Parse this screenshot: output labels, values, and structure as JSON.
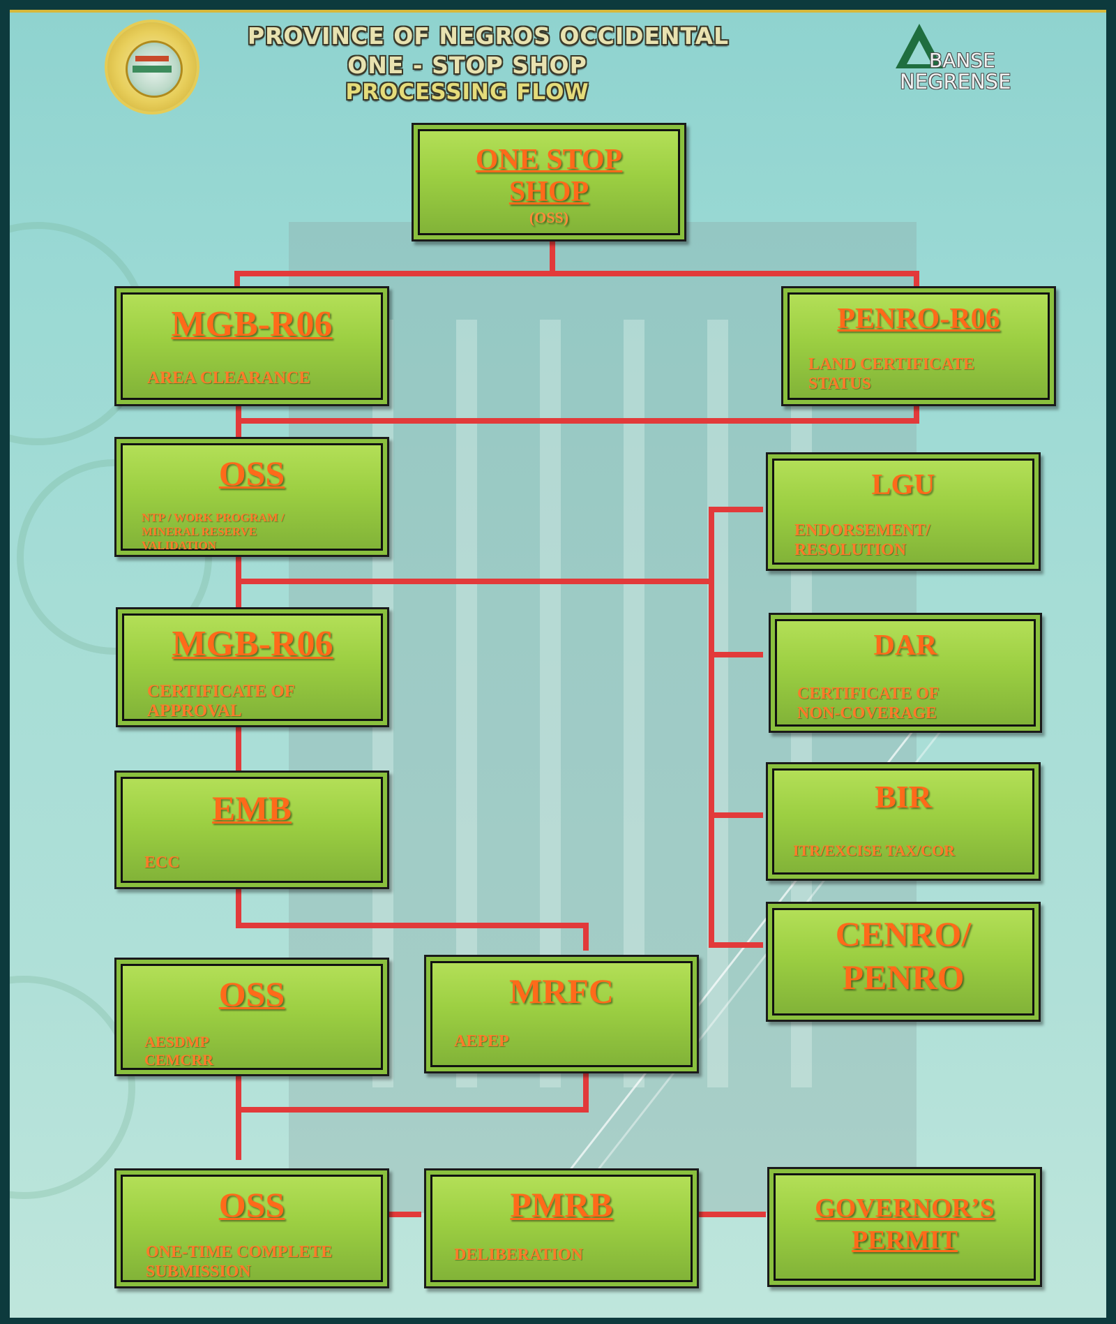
{
  "header": {
    "line1": "PROVINCE OF NEGROS OCCIDENTAL",
    "line2": "ONE - STOP SHOP",
    "line3": "PROCESSING FLOW",
    "logo_word1": "BANSE",
    "logo_word2": "NEGRENSE"
  },
  "colors": {
    "box_fill": "#9ccf42",
    "heading": "#ff6a1a",
    "connector": "#e23a3a",
    "background": "#9ad9d4"
  },
  "nodes": {
    "oss_top": {
      "title_a": "ONE STOP",
      "title_b": "SHOP",
      "note": "(OSS)"
    },
    "mgb_clearance": {
      "title": "MGB-R06",
      "desc": "AREA CLEARANCE"
    },
    "penro": {
      "title": "PENRO-R06",
      "desc_a": "LAND CERTIFICATE",
      "desc_b": "STATUS"
    },
    "oss_ntp": {
      "title": "OSS",
      "desc_a": "NTP / WORK PROGRAM /",
      "desc_b": "MINERAL RESERVE",
      "desc_c": "VALIDATION"
    },
    "lgu": {
      "title": "LGU",
      "desc_a": "ENDORSEMENT/",
      "desc_b": "RESOLUTION"
    },
    "mgb_approval": {
      "title": "MGB-R06",
      "desc_a": "CERTIFICATE OF",
      "desc_b": "APPROVAL"
    },
    "dar": {
      "title": "DAR",
      "desc_a": "CERTIFICATE OF",
      "desc_b": "NON-COVERAGE"
    },
    "emb": {
      "title": "EMB",
      "desc": "ECC"
    },
    "bir": {
      "title": "BIR",
      "desc": "ITR/EXCISE TAX/COR"
    },
    "cenro": {
      "title_a": "CENRO/",
      "title_b": "PENRO"
    },
    "oss_aesdmp": {
      "title": "OSS",
      "desc_a": "AESDMP",
      "desc_b": "CEMCRR"
    },
    "mrfc": {
      "title": "MRFC",
      "desc": "AEPEP"
    },
    "oss_final": {
      "title": "OSS",
      "desc_a": "ONE-TIME COMPLETE",
      "desc_b": "SUBMISSION"
    },
    "pmrb": {
      "title": "PMRB",
      "desc": "DELIBERATION"
    },
    "governor": {
      "title_a": "GOVERNOR’S",
      "title_b": "PERMIT"
    }
  }
}
